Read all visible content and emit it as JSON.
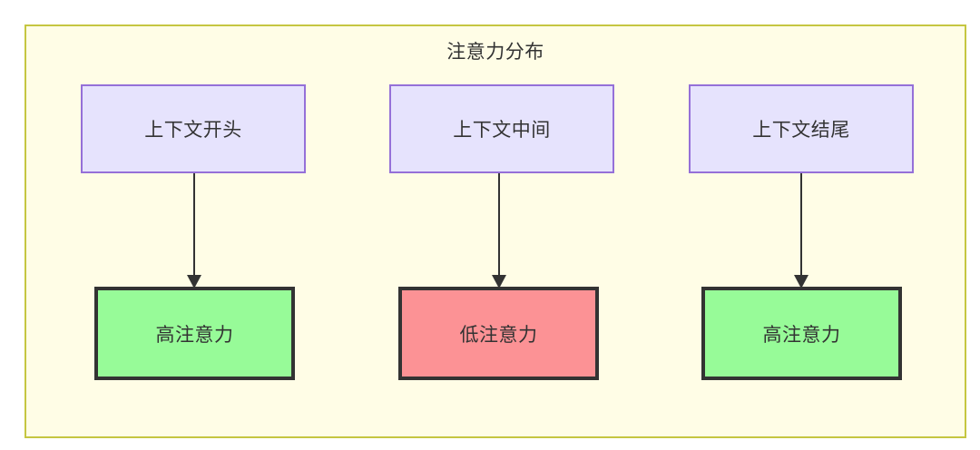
{
  "diagram": {
    "title": "注意力分布",
    "container": {
      "fill": "#fffde6",
      "border_color": "#c5c641"
    },
    "palette": {
      "context_fill": "#e6e3fd",
      "context_border": "#9570d8",
      "high_attention_fill": "#97fb98",
      "low_attention_fill": "#fc9295",
      "node_border_dark": "#333333",
      "edge_color": "#333333",
      "text_color": "#333333"
    },
    "columns": [
      {
        "source": {
          "label": "上下文开头"
        },
        "target": {
          "label": "高注意力",
          "level": "high"
        }
      },
      {
        "source": {
          "label": "上下文中间"
        },
        "target": {
          "label": "低注意力",
          "level": "low"
        }
      },
      {
        "source": {
          "label": "上下文结尾"
        },
        "target": {
          "label": "高注意力",
          "level": "high"
        }
      }
    ]
  }
}
